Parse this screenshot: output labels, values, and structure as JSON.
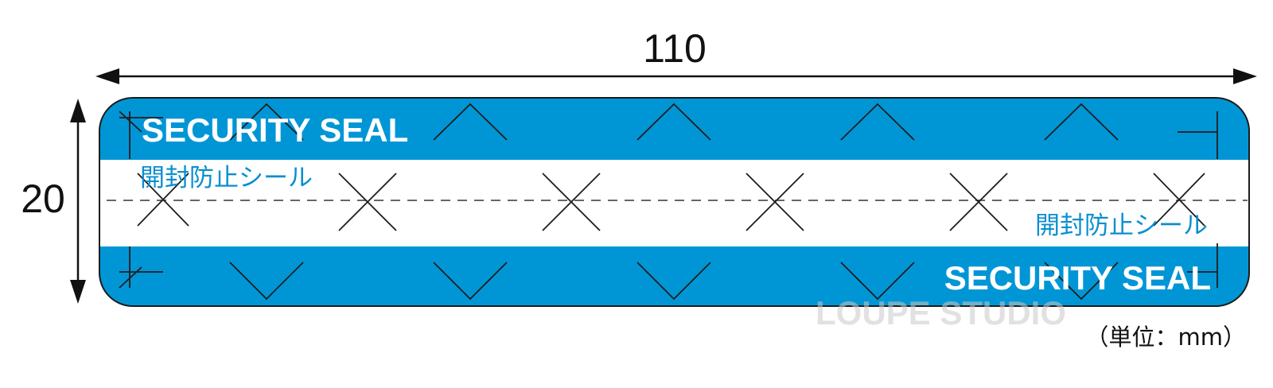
{
  "dimensions": {
    "width_value": "110",
    "height_value": "20",
    "unit_label": "（単位：mm）"
  },
  "seal": {
    "english_label": "SECURITY SEAL",
    "japanese_label": "開封防止シール",
    "band_color": "#0096d6",
    "center_color": "#ffffff",
    "japanese_text_color": "#0a8fd0"
  },
  "watermark": {
    "text": "LOUPE STUDIO"
  }
}
